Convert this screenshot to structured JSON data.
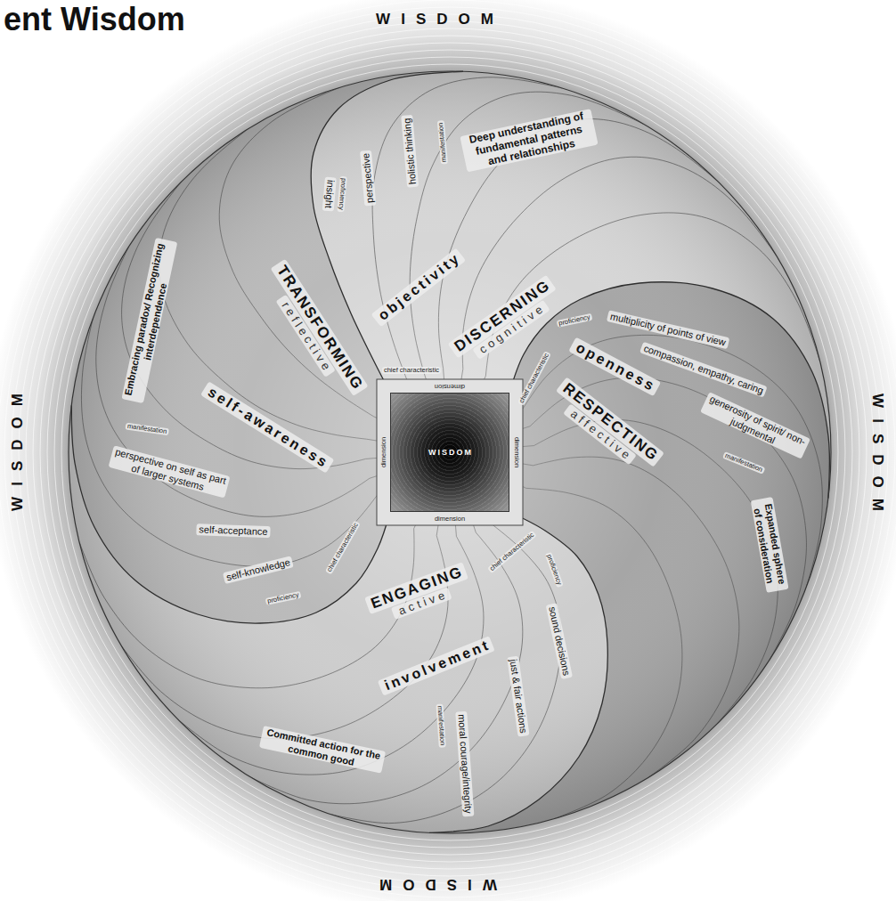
{
  "diagram": {
    "title": "ent Wisdom",
    "nodes": [
      {
        "text": [
          "WISDOM"
        ]
      },
      {
        "text": [
          "DISCERNING",
          "cognitive"
        ]
      },
      {
        "text": [
          "objectivity"
        ]
      },
      {
        "text": [
          "perspective"
        ]
      },
      {
        "text": [
          "holistic thinking"
        ]
      },
      {
        "text": [
          "insight"
        ]
      },
      {
        "text": [
          "Deep understanding of fundamental patterns and relationships"
        ]
      },
      {
        "text": [
          "RESPECTING",
          "affective"
        ]
      },
      {
        "text": [
          "openness"
        ]
      },
      {
        "text": [
          "multiplicity of points of view"
        ]
      },
      {
        "text": [
          "compassion, empathy, caring"
        ]
      },
      {
        "text": [
          "generosity of spirit/ non-judgmental"
        ]
      },
      {
        "text": [
          "Expanded sphere of consideration"
        ]
      },
      {
        "text": [
          "ENGAGING",
          "active"
        ]
      },
      {
        "text": [
          "involvement"
        ]
      },
      {
        "text": [
          "sound decisions"
        ]
      },
      {
        "text": [
          "just & fair actions"
        ]
      },
      {
        "text": [
          "moral courage/integrity"
        ]
      },
      {
        "text": [
          "Committed action for the common good"
        ]
      },
      {
        "text": [
          "TRANSFORMING",
          "reflective"
        ]
      },
      {
        "text": [
          "self-awareness"
        ]
      },
      {
        "text": [
          "self-knowledge"
        ]
      },
      {
        "text": [
          "self-acceptance"
        ]
      },
      {
        "text": [
          "perspective on self as part of larger systems"
        ]
      },
      {
        "text": [
          "Embracing paradox/ Recognizing interdependence"
        ]
      }
    ],
    "labels": [
      "WISDOM",
      "WISDOM",
      "WISDOM",
      "WISDOM",
      "dimension",
      "dimension",
      "dimension",
      "dimension",
      "chief characteristic",
      "proficiency",
      "manifestation",
      "chief characteristic",
      "proficiency",
      "manifestation",
      "chief characteristic",
      "proficiency",
      "manifestation",
      "chief characteristic",
      "proficiency",
      "manifestation"
    ]
  }
}
